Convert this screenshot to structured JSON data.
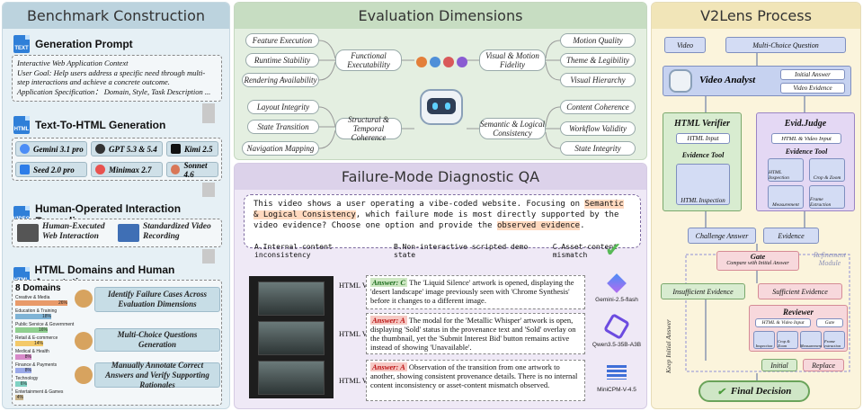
{
  "colors": {
    "bench_bg": "#e6f0f5",
    "eval_bg": "#e4efe1",
    "qa_bg": "#efe9f6",
    "v2_bg": "#fbf4dc"
  },
  "bench": {
    "title": "Benchmark Construction",
    "gen_prompt": {
      "title": "Generation Prompt",
      "lines": [
        "Interactive Web Application Context",
        "User Goal: Help users address a specific need through multi-step interactions and achieve a concrete outcome.",
        "Application Specification： Domain, Style, Task Description ..."
      ]
    },
    "t2h": {
      "title": "Text-To-HTML Generation",
      "models": [
        "Gemini 3.1 pro",
        "GPT 5.3 & 5.4",
        "Kimi 2.5",
        "Seed 2.0 pro",
        "Minimax 2.7",
        "Sonnet 4.6"
      ]
    },
    "recording": {
      "title": "Human-Operated Interaction Recording",
      "left": "Human-Executed Web Interaction",
      "right": "Standardized Video Recording"
    },
    "domains": {
      "title": "HTML Domains and Human Annotation",
      "header": "8 Domains",
      "items": [
        {
          "name": "Creative & Media",
          "value": "26%"
        },
        {
          "name": "Education & Training",
          "value": "18%"
        },
        {
          "name": "Public Service & Government",
          "value": "16%"
        },
        {
          "name": "Retail & E-commerce",
          "value": "14%"
        },
        {
          "name": "Medical & Health",
          "value": "8%"
        },
        {
          "name": "Finance & Payments",
          "value": "8%"
        },
        {
          "name": "Technology",
          "value": "6%"
        },
        {
          "name": "Entertainment & Games",
          "value": "4%"
        }
      ],
      "steps": [
        "Identify Failure Cases Across Evaluation Dimensions",
        "Multi-Choice Questions Generation",
        "Manually Annotate Correct Answers and Verify Supporting Rationales"
      ]
    }
  },
  "eval": {
    "title": "Evaluation Dimensions",
    "categories": [
      {
        "name": "Functional Executability",
        "dims": [
          "Feature Execution",
          "Runtime Stability",
          "Rendering Availability"
        ]
      },
      {
        "name": "Visual & Motion Fidelity",
        "dims": [
          "Motion Quality",
          "Theme & Legibility",
          "Visual Hierarchy"
        ]
      },
      {
        "name": "Structural & Temporal Coherence",
        "dims": [
          "Layout Integrity",
          "State Transition",
          "Navigation Mapping"
        ]
      },
      {
        "name": "Semantic & Logical Consistency",
        "dims": [
          "Content Coherence",
          "Workflow Validity",
          "State Integrity"
        ]
      }
    ]
  },
  "qa": {
    "title": "Failure-Mode Diagnostic QA",
    "question_parts": [
      "This video shows a user operating a vibe-coded website. Focusing on ",
      "Semantic & Logical Consistency",
      ", which failure mode is most directly supported by the video evidence? Choose one option and provide the ",
      "observed evidence",
      "."
    ],
    "options": [
      "A.Internal content inconsistency",
      "B.Non-interactive scripted demo state",
      "C.Asset-content mismatch"
    ],
    "html_label": "HTML Video",
    "answers": [
      {
        "tag": "Answer: C",
        "text": "The 'Liquid Silence' artwork is opened, displaying the 'desert landscape' image previously seen with 'Chrome Synthesis' before it changes to a different image.",
        "model": "Gemini-2.5-flash"
      },
      {
        "tag": "Answer: A",
        "text": "The modal for the 'Metallic Whisper' artwork is open, displaying 'Sold' status in the provenance text and 'Sold' overlay on the thumbnail, yet the 'Submit Interest Bid' button remains active instead of showing 'Unavailable'.",
        "model": "Qwen3.5-35B-A3B"
      },
      {
        "tag": "Answer: A",
        "text": "Observation of the transition from one artwork to another, showing consistent provenance details. There is no internal content inconsistency or asset-content mismatch observed.",
        "model": "MiniCPM-V-4.5"
      }
    ]
  },
  "v2": {
    "title": "V2Lens Process",
    "inputs": [
      "Video",
      "Multi-Choice Question"
    ],
    "analyst": "Video Analyst",
    "analyst_outputs": [
      "Initial Answer",
      "Video Evidence"
    ],
    "verifier": {
      "title": "HTML Verifier",
      "input": "HTML Input",
      "tool": "Evidence Tool",
      "tool_item": "HTML Inspection"
    },
    "judge": {
      "title": "Evid.Judge",
      "input": "HTML & Video Input",
      "tool": "Evidence Tool",
      "tools": [
        "HTML Inspection",
        "Crop & Zoom",
        "Measurement",
        "Frame Extraction"
      ]
    },
    "challenge": [
      "Challenge Answer",
      "Evidence"
    ],
    "gate": {
      "title": "Gate",
      "sub": "Compare with Initial Answer"
    },
    "refinement": "Refinement Module",
    "outcomes": [
      "Insufficient Evidence",
      "Sufficient Evidence"
    ],
    "reviewer": {
      "title": "Reviewer",
      "input": "HTML & Video Input",
      "gate": "Gate",
      "tools": [
        "Inspection",
        "Crop & Zoom",
        "Measurement",
        "Frame extraction"
      ]
    },
    "keep": "Keep Initial Answer",
    "final_choices": [
      "Initial",
      "Replace"
    ],
    "final": "Final Decision"
  }
}
